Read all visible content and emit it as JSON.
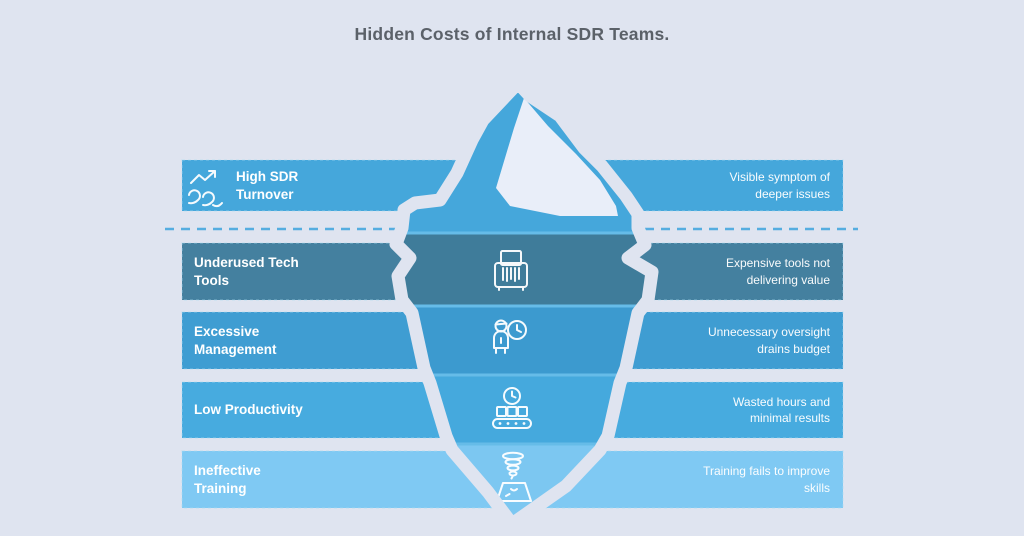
{
  "title": "Hidden Costs of Internal SDR Teams.",
  "colors": {
    "background": "#dfe4f0",
    "title_text": "#5b6169",
    "waterline": "#55ade0",
    "facet": "#e9eef9",
    "band_separator": "#66bce8",
    "label_text": "#ffffff"
  },
  "rows": [
    {
      "label": "High SDR Turnover",
      "desc": "Visible symptom of deeper issues",
      "icon": "turnover-trend-icon",
      "bar_color": "#45a7db",
      "band_color": "#45a7db"
    },
    {
      "label": "Underused Tech Tools",
      "desc": "Expensive tools not delivering value",
      "icon": "shredder-icon",
      "bar_color": "#44809f",
      "band_color": "#3f7c9a"
    },
    {
      "label": "Excessive Management",
      "desc": "Unnecessary oversight drains budget",
      "icon": "manager-stopwatch-icon",
      "bar_color": "#3f9dd2",
      "band_color": "#3c9acf"
    },
    {
      "label": "Low Productivity",
      "desc": "Wasted hours and minimal results",
      "icon": "conveyor-clock-icon",
      "bar_color": "#47abdf",
      "band_color": "#45a9dd"
    },
    {
      "label": "Ineffective Training",
      "desc": "Training fails to improve skills",
      "icon": "tornado-map-icon",
      "bar_color": "#7fc9f3",
      "band_color": "#7cc7f1"
    }
  ]
}
